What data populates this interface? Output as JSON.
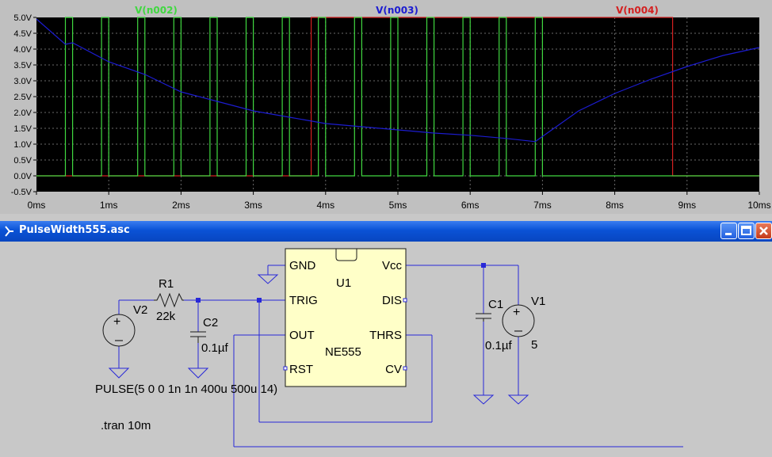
{
  "plot": {
    "traces": [
      {
        "name": "V(n002)",
        "color": "#40d840"
      },
      {
        "name": "V(n003)",
        "color": "#1c1cd0"
      },
      {
        "name": "V(n004)",
        "color": "#d42020"
      }
    ],
    "y_ticks": [
      "5.0V",
      "4.5V",
      "4.0V",
      "3.5V",
      "3.0V",
      "2.5V",
      "2.0V",
      "1.5V",
      "1.0V",
      "0.5V",
      "0.0V",
      "-0.5V"
    ],
    "x_ticks": [
      "0ms",
      "1ms",
      "2ms",
      "3ms",
      "4ms",
      "5ms",
      "6ms",
      "7ms",
      "8ms",
      "9ms",
      "10ms"
    ],
    "background": "#000000",
    "grid": "dashed gray",
    "chart_data": {
      "type": "line",
      "xlabel": "",
      "ylabel": "",
      "xlim": [
        0,
        10
      ],
      "ylim": [
        -0.5,
        5.0
      ],
      "x_unit": "ms",
      "y_unit": "V",
      "series": [
        {
          "name": "V(n002)",
          "x": [
            0,
            0.4,
            0.4,
            0.5,
            0.5,
            0.9,
            0.9,
            1.0,
            1.0,
            1.4,
            1.4,
            1.5,
            1.5,
            1.9,
            1.9,
            2.0,
            2.0,
            2.4,
            2.4,
            2.5,
            2.5,
            2.9,
            2.9,
            3.0,
            3.0,
            3.4,
            3.4,
            3.5,
            3.5,
            3.9,
            3.9,
            4.0,
            4.0,
            4.4,
            4.4,
            4.5,
            4.5,
            4.9,
            4.9,
            5.0,
            5.0,
            5.4,
            5.4,
            5.5,
            5.5,
            5.9,
            5.9,
            6.0,
            6.0,
            6.4,
            6.4,
            6.5,
            6.5,
            6.9,
            6.9,
            7.0,
            7.0,
            10
          ],
          "y": [
            0,
            0,
            5,
            5,
            0,
            0,
            5,
            5,
            0,
            0,
            5,
            5,
            0,
            0,
            5,
            5,
            0,
            0,
            5,
            5,
            0,
            0,
            5,
            5,
            0,
            0,
            5,
            5,
            0,
            0,
            5,
            5,
            0,
            0,
            5,
            5,
            0,
            0,
            5,
            5,
            0,
            0,
            5,
            5,
            0,
            0,
            5,
            5,
            0,
            0,
            5,
            5,
            0,
            0,
            5,
            5,
            0,
            0
          ]
        },
        {
          "name": "V(n003)",
          "x": [
            0,
            0.4,
            0.5,
            1.0,
            1.5,
            2.0,
            2.5,
            3.0,
            3.5,
            4.0,
            4.5,
            5.0,
            5.5,
            6.0,
            6.5,
            6.9,
            7.5,
            8.0,
            8.5,
            9.0,
            9.5,
            10
          ],
          "y": [
            4.95,
            4.15,
            4.2,
            3.6,
            3.2,
            2.65,
            2.35,
            2.05,
            1.85,
            1.65,
            1.55,
            1.45,
            1.35,
            1.28,
            1.18,
            1.08,
            2.05,
            2.6,
            3.05,
            3.45,
            3.8,
            4.05
          ]
        },
        {
          "name": "V(n004)",
          "x": [
            0,
            3.8,
            3.8,
            8.8,
            8.8,
            10
          ],
          "y": [
            0,
            0,
            5,
            5,
            0,
            0
          ]
        }
      ]
    }
  },
  "window": {
    "title": "PulseWidth555.asc"
  },
  "schematic": {
    "ic": {
      "ref": "U1",
      "part": "NE555",
      "pins": {
        "gnd": "GND",
        "trig": "TRIG",
        "out": "OUT",
        "rst": "RST",
        "vcc": "Vcc",
        "dis": "DIS",
        "thrs": "THRS",
        "cv": "CV"
      }
    },
    "r1": {
      "ref": "R1",
      "value": "22k"
    },
    "c2": {
      "ref": "C2",
      "value": "0.1µf"
    },
    "c1": {
      "ref": "C1",
      "value": "0.1µf"
    },
    "v2": {
      "ref": "V2",
      "value": "PULSE(5 0 0 1n 1n 400u 500u 14)"
    },
    "v1": {
      "ref": "V1",
      "value": "5"
    },
    "directive": ".tran 10m"
  }
}
